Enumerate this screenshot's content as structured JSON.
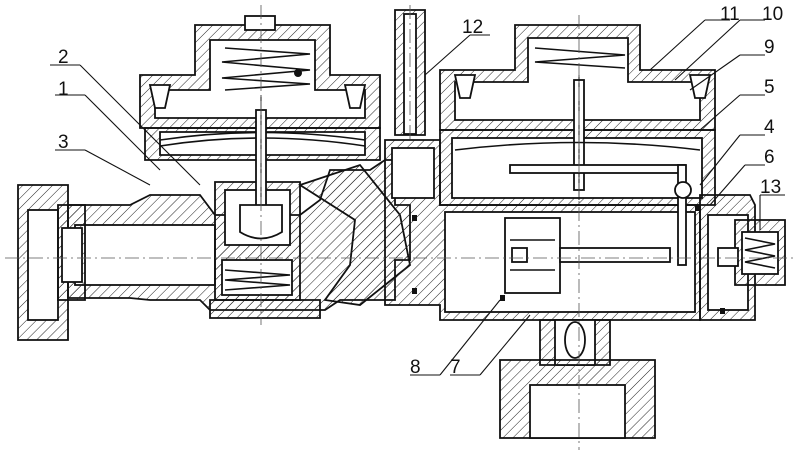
{
  "callouts": [
    {
      "id": "c1",
      "text": "1"
    },
    {
      "id": "c2",
      "text": "2"
    },
    {
      "id": "c3",
      "text": "3"
    },
    {
      "id": "c4",
      "text": "4"
    },
    {
      "id": "c5",
      "text": "5"
    },
    {
      "id": "c6",
      "text": "6"
    },
    {
      "id": "c7",
      "text": "7"
    },
    {
      "id": "c8",
      "text": "8"
    },
    {
      "id": "c9",
      "text": "9"
    },
    {
      "id": "c10",
      "text": "10"
    },
    {
      "id": "c11",
      "text": "11"
    },
    {
      "id": "c12",
      "text": "12"
    },
    {
      "id": "c13",
      "text": "13"
    }
  ],
  "colors": {
    "line": "#111111",
    "background": "#ffffff"
  }
}
